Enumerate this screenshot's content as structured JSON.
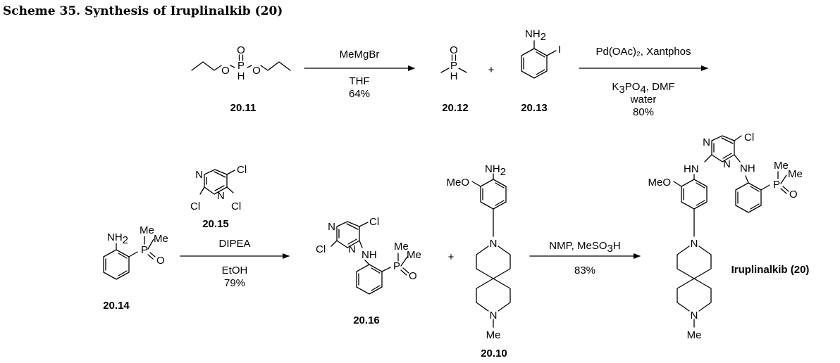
{
  "title": "Scheme 35. Synthesis of Iruplinalkib (20)",
  "compounds": {
    "c2011": "20.11",
    "c2012": "20.12",
    "c2013": "20.13",
    "c2014": "20.14",
    "c2015": "20.15",
    "c2016": "20.16",
    "c2010": "20.10",
    "product": "Iruplinalkib (20)"
  },
  "steps": {
    "step1": {
      "above": "MeMgBr",
      "below1": "THF",
      "below2": "64%"
    },
    "step2": {
      "above": "Pd(OAc)₂, Xantphos",
      "below1": "K₃PO₄, DMF",
      "below2": "water",
      "below3": "80%"
    },
    "step3": {
      "above": "DIPEA",
      "below1": "EtOH",
      "below2": "79%"
    },
    "step4": {
      "above": "NMP, MeSO₃H",
      "below1": "83%"
    }
  },
  "atoms": {
    "O": "O",
    "P": "P",
    "H": "H",
    "N": "N",
    "Cl": "Cl",
    "I": "I",
    "NH2": "NH₂",
    "NH": "NH",
    "HN": "HN",
    "Me": "Me",
    "MeO": "MeO"
  },
  "plus": "+"
}
